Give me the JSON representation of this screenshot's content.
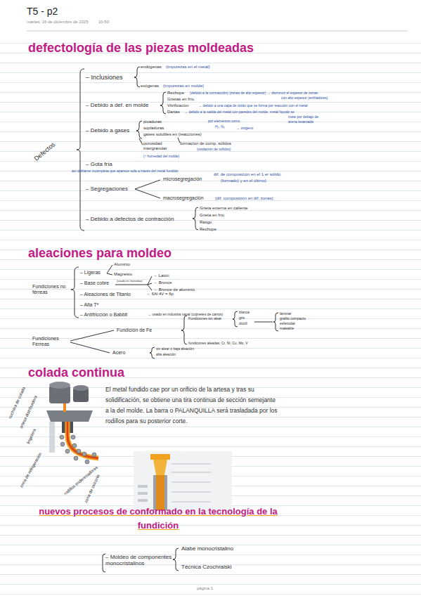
{
  "diagram": {
    "title": "T5 - p2",
    "labels": [
      "martes, 16 de diciembre de 2025",
      "10:50",
      "defectología de las piezas moldeadas",
      "Defectos",
      "– Inclusiones",
      "endógenas",
      "(impurezas en el metal)",
      "exógenas",
      "(impurezas en molde)",
      "– Debido a def. en molde",
      "Rechupe",
      "(debido a la contracción) (zonas de alto espesor) → disminuir el espesor de zonas",
      "con alto espesor (enfriadores)",
      "Grietas en frío",
      "Vitrificación",
      "→ debido a una capa de óxido que se forma por reacción con el metal",
      "Dartas",
      "→ debido a la salida del metal con paredes del molde, metal líquido se",
      "mete por debajo de",
      "arena levantada",
      "– Debido a gases",
      "picaduras",
      "sopladuras",
      "gases solubles en (reacciones)",
      "por elementos como",
      "H₂, N₂",
      "→ oxígeno",
      "porosidad intergranular",
      "formación de comp. sólidos",
      "(oxidación de sólidos)",
      "(↑ humedad del molde)",
      "– Gota fría",
      "así doblarse incompleta que aparece sola a través del metal fundido",
      "– Segregaciones",
      "microsegregación",
      "dif. de composición en el 1.er sólido",
      "(formado) y en el último)",
      "macrosegregación",
      "(dif. composición en dif. zonas)",
      "– Debido a defectos de contracción",
      "Grieta externa en caliente",
      "Grieta en frío",
      "Rasgo",
      "Rechupe",
      "aleaciones para moldeo",
      "Fundiciones no férreas",
      "Aluminio",
      "– Ligeras",
      "Magnesio",
      "– Base cobre",
      "(usado en monedas)",
      "→ Latón",
      "→ Bronce",
      "→ Bronce de aluminio",
      "– Aleaciones de Titanio",
      "→ 6Al 4V = 6p",
      "– Alta Tª",
      "– Antifricción o Babbit",
      "→ usado en industria naval (cojinetes de carros)",
      "Fundiciones Férreas",
      "Fundición de Fe",
      "Fundiciones sin alear",
      "blanca",
      "gris",
      "dúctil",
      "laminar",
      "grafito compacto",
      "esferoidal",
      "maleable",
      "fundiciones aleadas: Cr, Ni, Cu, Mo, V",
      "Acero",
      "sin alear o baja aleación",
      "alta aleación",
      "colada continua",
      "cuchara de colada",
      "artesa distribuidora",
      "lingotera",
      "zona de refrigeración",
      "rodillos enderezadores",
      "zona de oxicorte",
      "El metal fundido cae por un orificio de la artesa y tras su solidificación, se obtiene una tira continua de sección semejante a la del molde. La barra o PALANQUILLA será trasladada por los rodillos para su posterior corte.",
      "nuevos procesos de conformado en la tecnología de la fundición",
      "– Moldeo de componentes monocristalinos",
      "Alabe monocristalino",
      "Técnica Czochralski",
      "página 1"
    ]
  }
}
